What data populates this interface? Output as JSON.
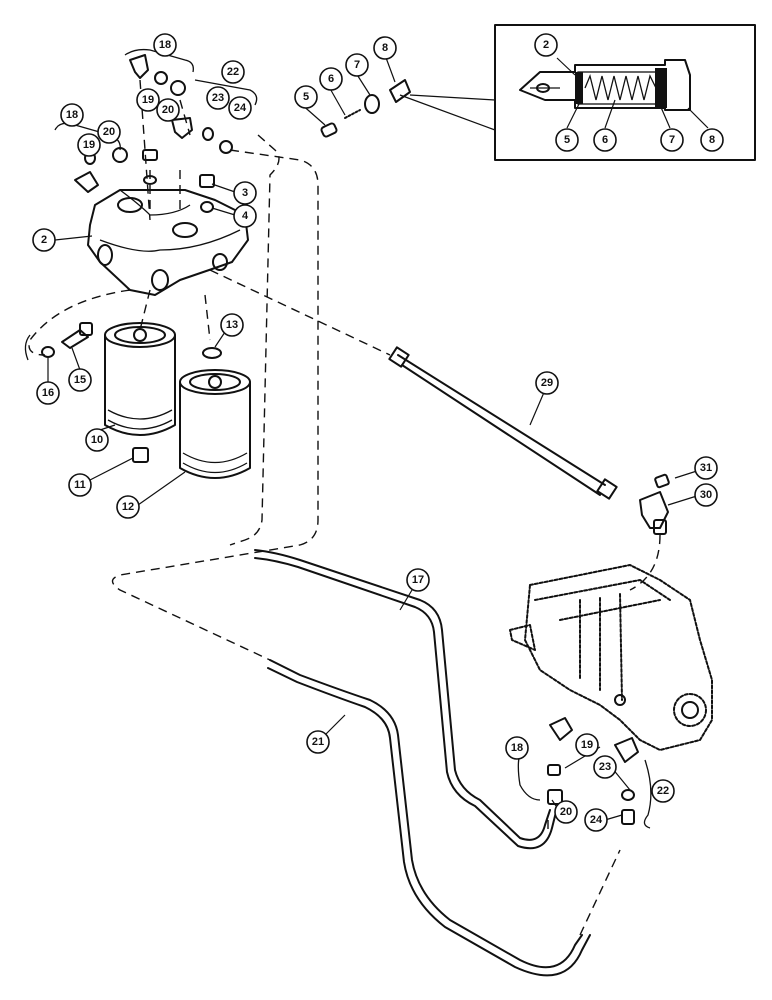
{
  "callouts": {
    "c2_main": "2",
    "c3": "3",
    "c4": "4",
    "c5": "5",
    "c6": "6",
    "c7": "7",
    "c8": "8",
    "c10": "10",
    "c11": "11",
    "c12": "12",
    "c13": "13",
    "c15": "15",
    "c16": "16",
    "c18_top": "18",
    "c19_top": "19",
    "c20_top": "20",
    "c22_top": "22",
    "c23_top": "23",
    "c24_top": "24",
    "c18_left": "18",
    "c19_left": "19",
    "c20_left": "20",
    "c17": "17",
    "c21": "21",
    "c29": "29",
    "c30": "30",
    "c31": "31",
    "c18_bot": "18",
    "c19_bot": "19",
    "c20_bot": "20",
    "c22_bot": "22",
    "c23_bot": "23",
    "c24_bot": "24",
    "inset_2": "2",
    "inset_5": "5",
    "inset_6": "6",
    "inset_7": "7",
    "inset_8": "8"
  }
}
